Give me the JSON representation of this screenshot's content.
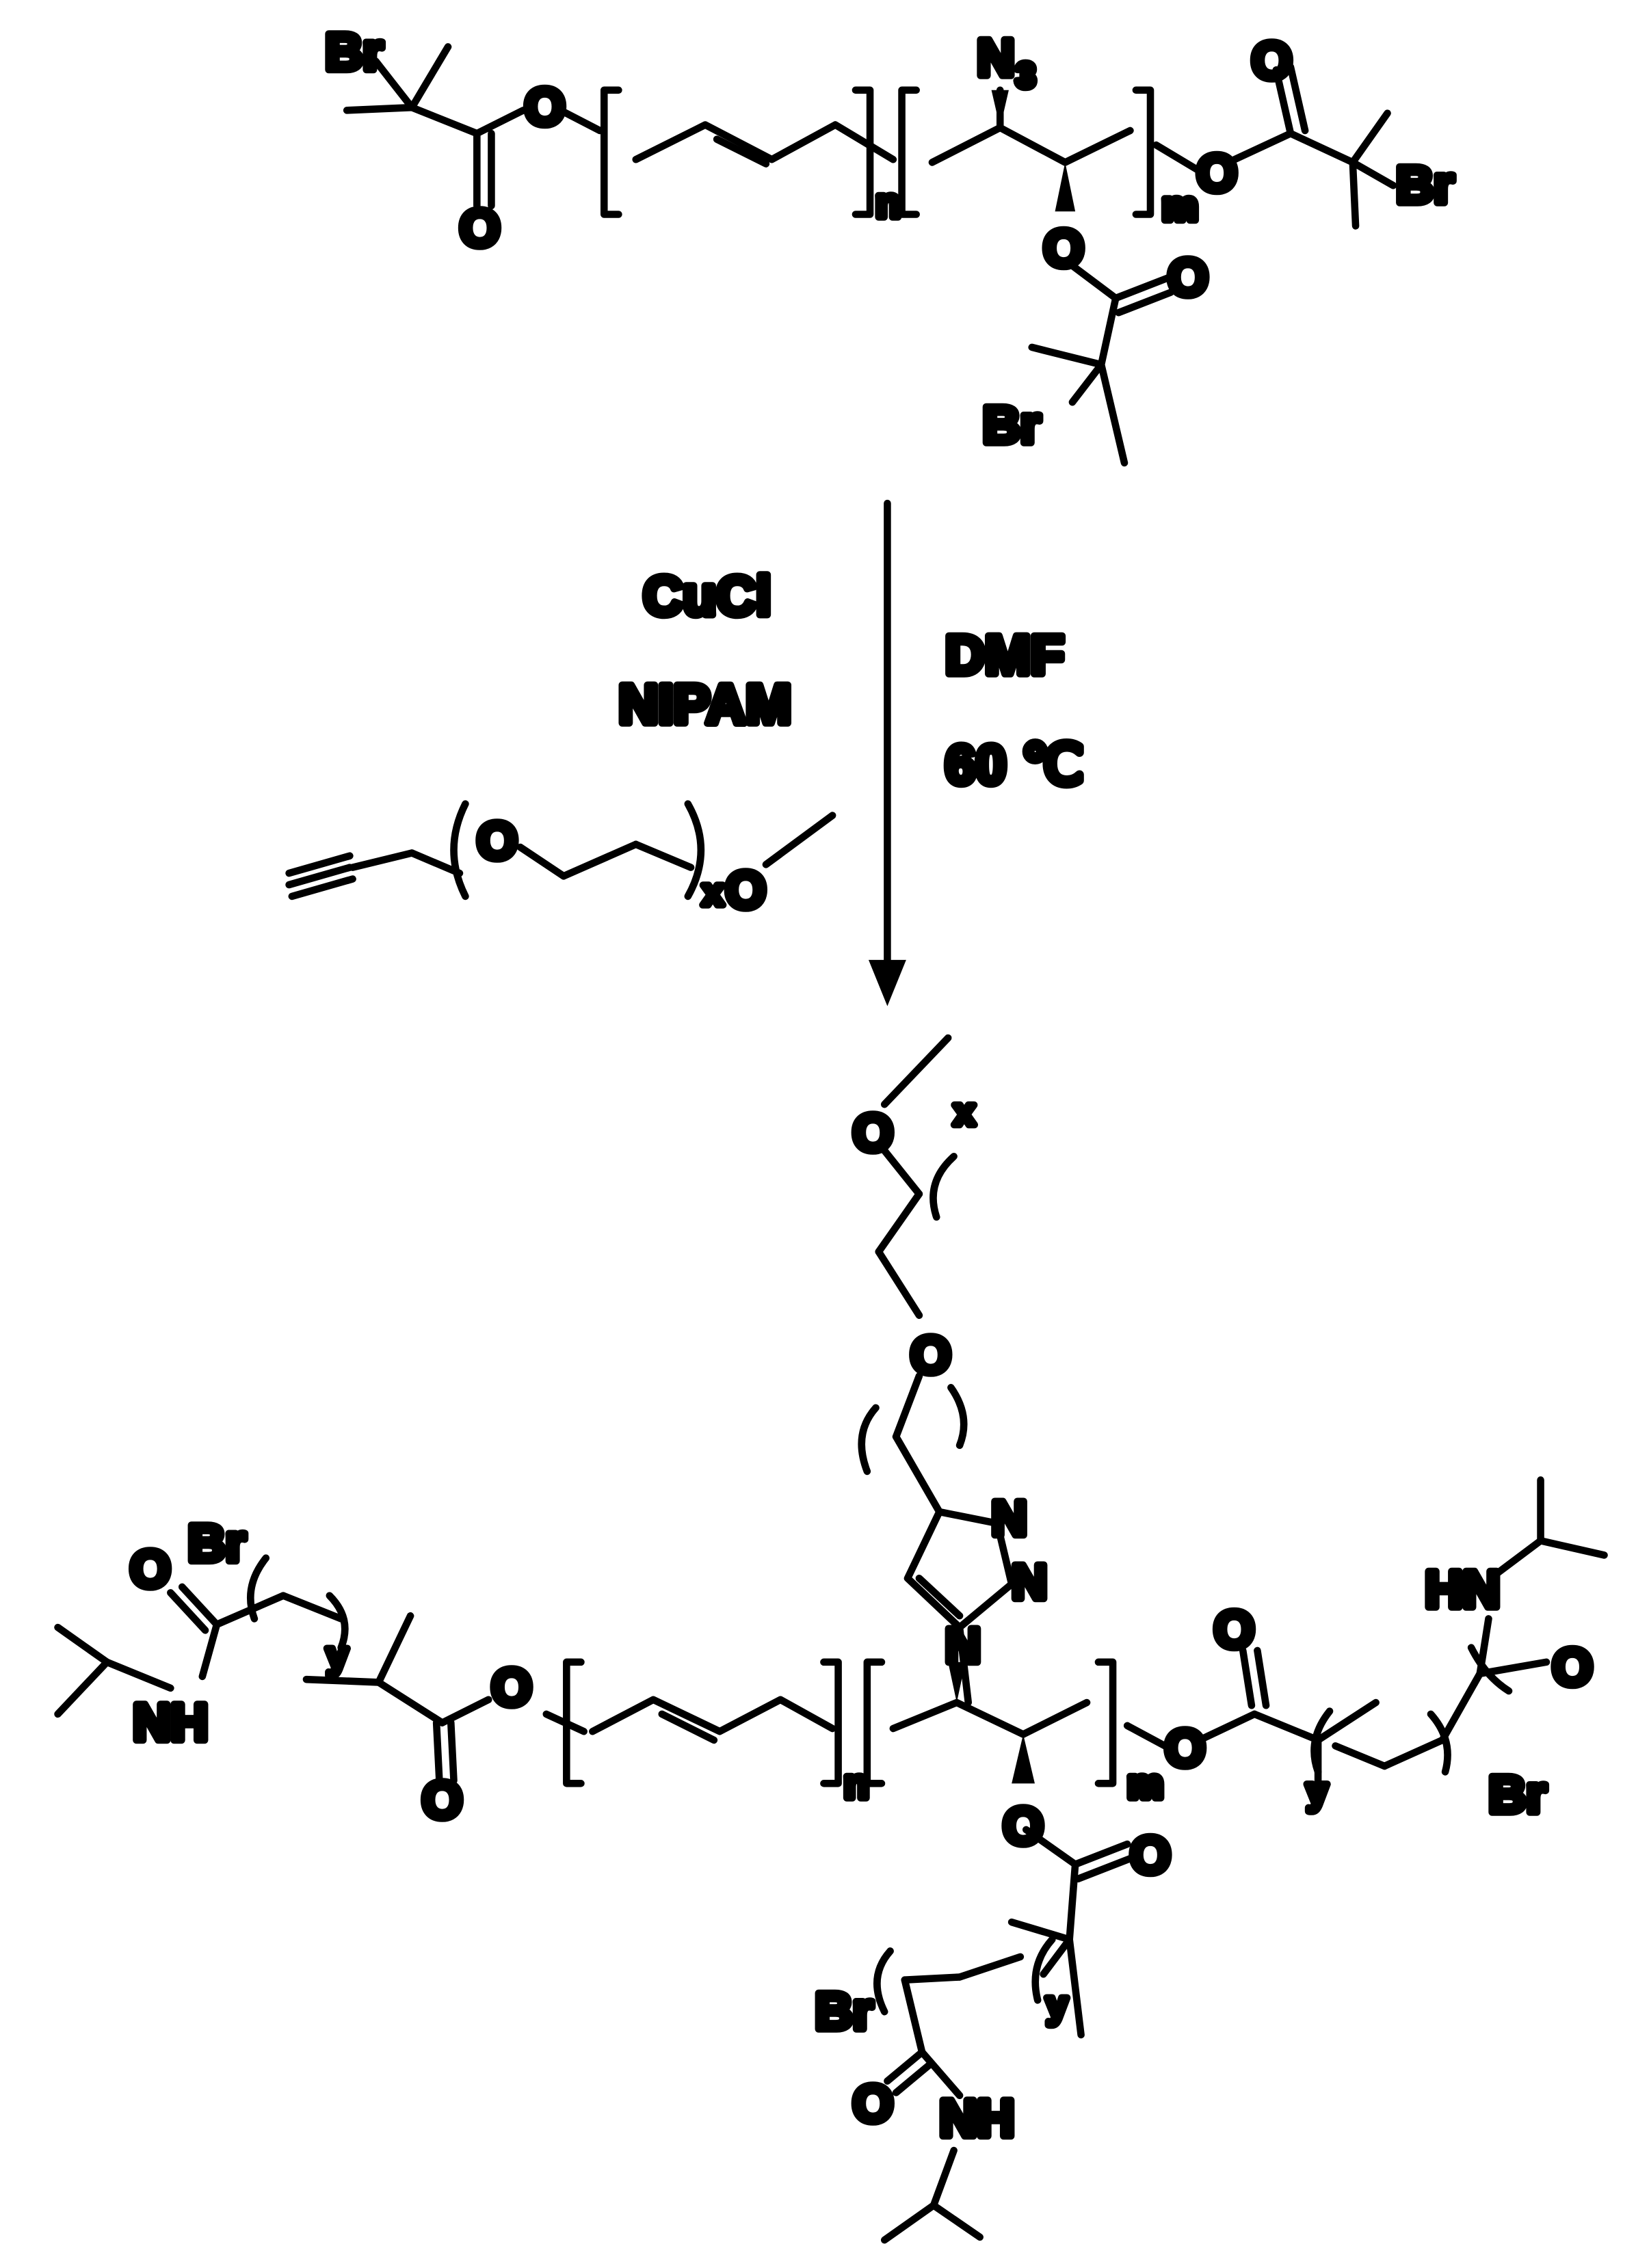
{
  "conditions": {
    "left": [
      "CuCl",
      "NIPAM"
    ],
    "right": [
      "DMF",
      "60 ℃"
    ]
  },
  "atoms": {
    "br": "Br",
    "o": "O",
    "n": "N",
    "n3": "N",
    "n3_sub": "3",
    "nh": "NH",
    "hn": "HN"
  },
  "subscripts": {
    "n": "n",
    "m": "m",
    "x": "x",
    "y": "y"
  },
  "colors": {
    "ink": "#000000",
    "background": "#ffffff"
  }
}
